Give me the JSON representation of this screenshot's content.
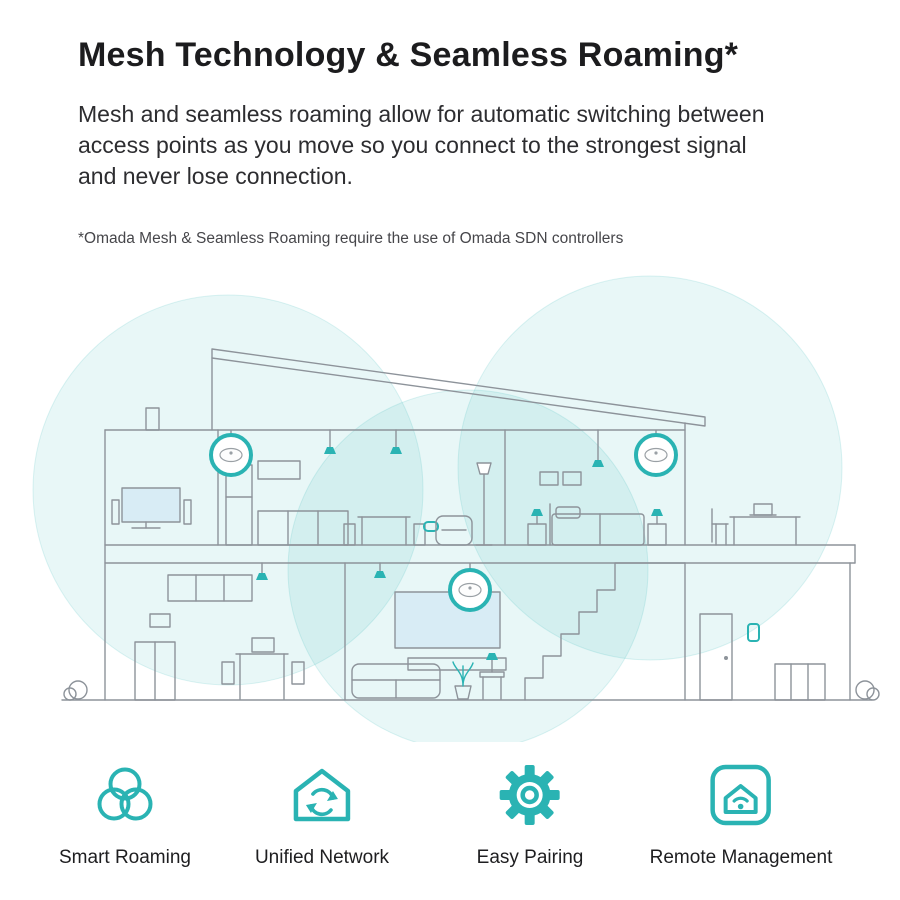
{
  "colors": {
    "teal": "#2ab3b3",
    "line": "#8d939a",
    "screen_fill": "#d8ecf5",
    "heading": "#1c1c1e",
    "body_text": "#2d2d30"
  },
  "header": {
    "title": "Mesh Technology & Seamless Roaming*",
    "description": "Mesh and seamless roaming allow for automatic switching between access points as you move so you connect to the strongest signal and never lose connection.",
    "footnote": "*Omada Mesh & Seamless Roaming require the use of Omada SDN controllers"
  },
  "illustration": {
    "name": "house-cross-section-with-mesh-wifi-coverage",
    "access_points": [
      "upper-left",
      "upper-right",
      "lower-center"
    ],
    "coverage_circles": 3
  },
  "features": [
    {
      "label": "Smart Roaming",
      "icon": "mesh-circles-icon"
    },
    {
      "label": "Unified Network",
      "icon": "house-sync-icon"
    },
    {
      "label": "Easy Pairing",
      "icon": "gear-icon"
    },
    {
      "label": "Remote Management",
      "icon": "remote-house-wifi-icon"
    }
  ]
}
